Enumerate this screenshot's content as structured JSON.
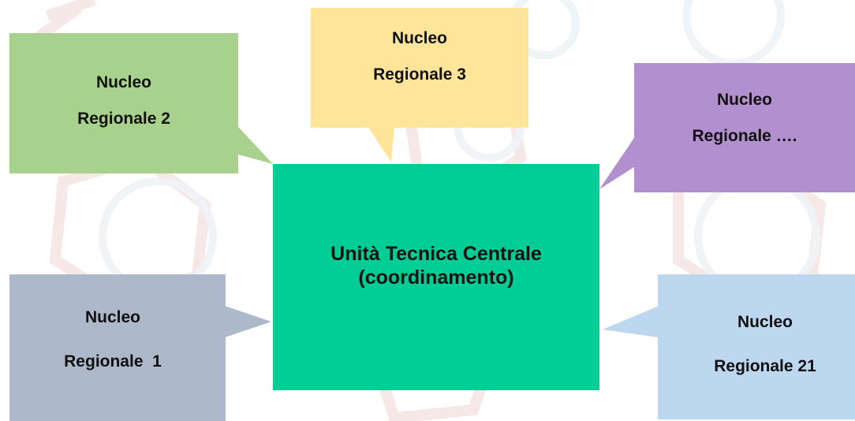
{
  "colors": {
    "center": "#00cc96",
    "nucleo_2": "#a9d18e",
    "nucleo_3": "#ffe599",
    "nucleo_dots": "#b28fce",
    "nucleo_1": "#adb9ca",
    "nucleo_21": "#bdd7ee"
  },
  "central_unit": {
    "line1": "Unità Tecnica Centrale",
    "line2": "(coordinamento)"
  },
  "nodes": {
    "nucleo_2": {
      "line1": "Nucleo",
      "line2": "Regionale 2"
    },
    "nucleo_3": {
      "line1": "Nucleo",
      "line2": "Regionale 3"
    },
    "nucleo_dots": {
      "line1": "Nucleo",
      "line2": "Regionale …."
    },
    "nucleo_1": {
      "line1": "Nucleo",
      "line2": "Regionale  1"
    },
    "nucleo_21": {
      "line1": "Nucleo",
      "line2": "Regionale 21"
    }
  }
}
